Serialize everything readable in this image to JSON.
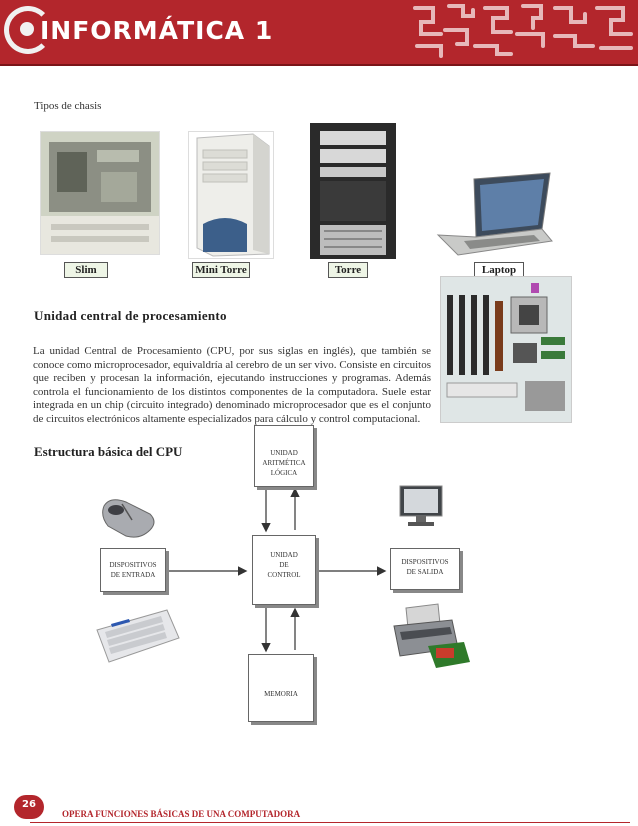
{
  "header": {
    "title": "INFORMÁTICA 1"
  },
  "chassis": {
    "title": "Tipos de chasis",
    "labels": {
      "slim": "Slim",
      "mini_torre": "Mini Torre",
      "torre": "Torre",
      "laptop": "Laptop"
    }
  },
  "cpu_section": {
    "heading": "Unidad central de procesamiento",
    "paragraph": "La unidad Central de Procesamiento (CPU, por sus siglas en inglés), que también se conoce como microprocesador, equivaldría al cerebro de un ser vivo. Consiste en circuitos que reciben y procesan la información, ejecutando instrucciones y programas. Además controla el funcionamiento de los distintos componentes de la computadora. Suele estar integrada en un chip (circuito integrado) denominado microprocesador que es el conjunto de circuitos electrónicos altamente especializados para cálculo y control computacional."
  },
  "structure": {
    "heading": "Estructura básica del CPU",
    "alu": [
      "UNIDAD",
      "ARITMÉTICA",
      "LÓGICA"
    ],
    "control": [
      "UNIDAD",
      "DE",
      "CONTROL"
    ],
    "input": [
      "DISPOSITIVOS",
      "DE ENTRADA"
    ],
    "output": [
      "DISPOSITIVOS",
      "DE SALIDA"
    ],
    "memory": "MEMORIA"
  },
  "footer": {
    "page_number": "26",
    "text": "OPERA FUNCIONES BÁSICAS DE UNA COMPUTADORA"
  },
  "colors": {
    "brand": "#b3262c",
    "label_bg": "#eef5e6"
  }
}
